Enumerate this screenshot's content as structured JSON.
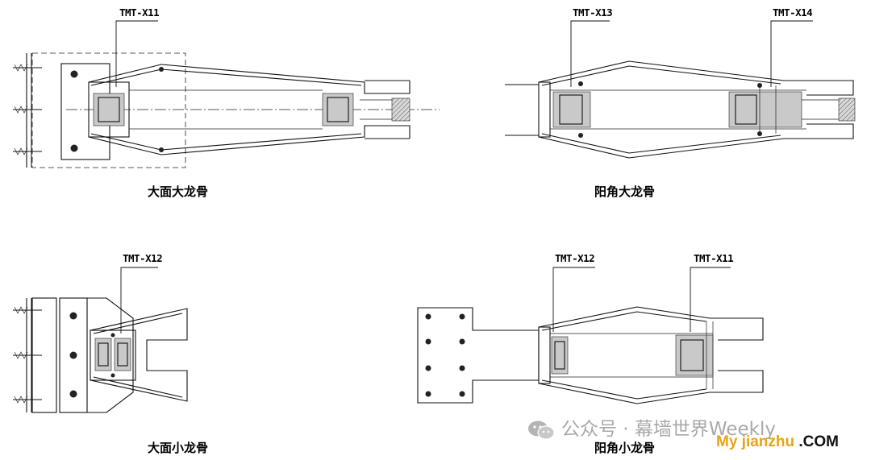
{
  "diagrams": [
    {
      "caption": "大面大龙骨",
      "tags": [
        "TMT-X11"
      ]
    },
    {
      "caption": "阳角大龙骨",
      "tags": [
        "TMT-X13",
        "TMT-X14"
      ]
    },
    {
      "caption": "大面小龙骨",
      "tags": [
        "TMT-X12"
      ]
    },
    {
      "caption": "阳角小龙骨",
      "tags": [
        "TMT-X12",
        "TMT-X11"
      ]
    }
  ],
  "watermark": {
    "text": "公众号 · 幕墙世界Weekly",
    "icon": "wechat-icon",
    "color": "#a9a9a9"
  },
  "site_logo": {
    "part1": "My jianzhu",
    "part2": ".COM",
    "accent": "#e8a317"
  }
}
